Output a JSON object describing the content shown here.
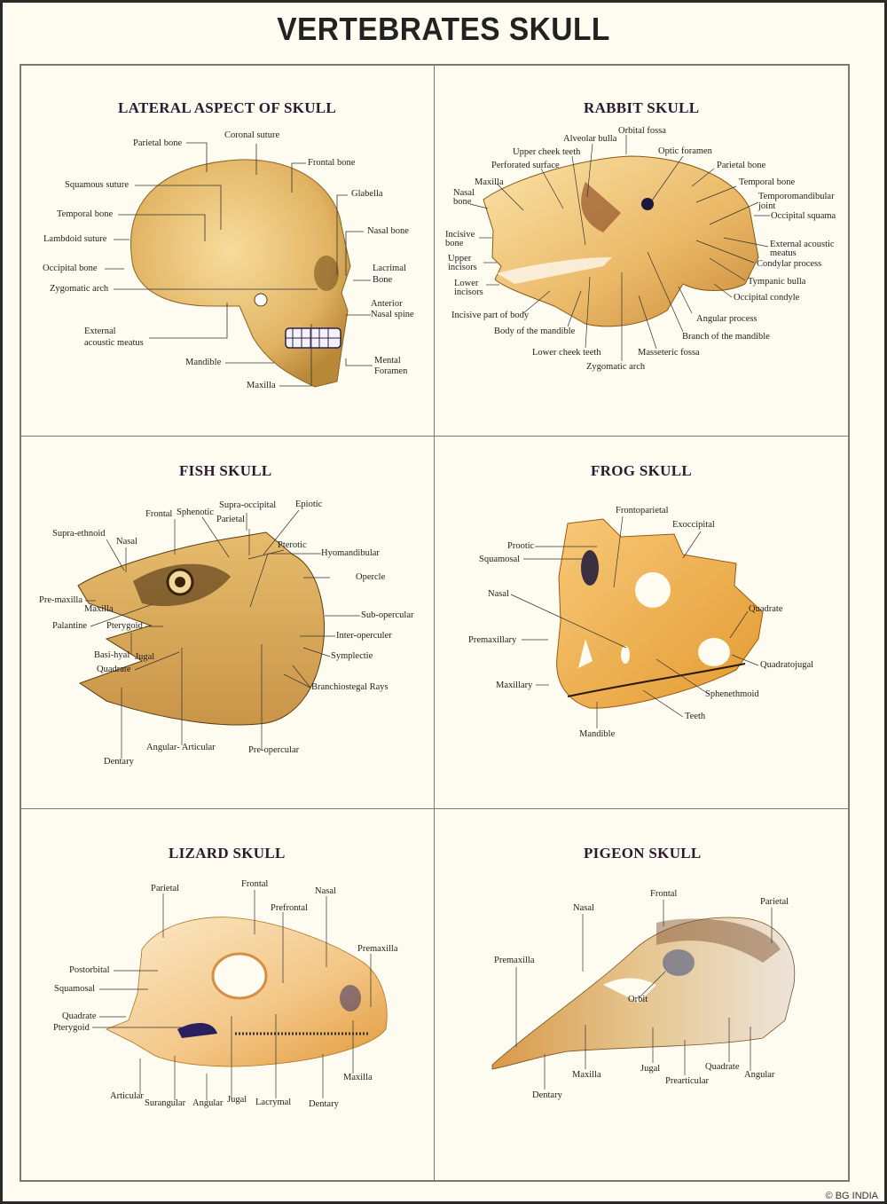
{
  "poster": {
    "title": "VERTEBRATES SKULL",
    "copyright": "© BG INDIA",
    "colors": {
      "background": "#fefcf1",
      "frame": "#2a2a28",
      "grid_line": "#7a7a74",
      "panel_title": "#2c1a2e",
      "bone": "#e9c27a"
    }
  },
  "panels": {
    "human": {
      "title": "LATERAL ASPECT OF SKULL",
      "labels": [
        "Parietal bone",
        "Coronal suture",
        "Frontal bone",
        "Squamous suture",
        "Glabella",
        "Temporal bone",
        "Lambdoid suture",
        "Nasal bone",
        "Occipital bone",
        "Lacrimal",
        "Bone",
        "Zygomatic arch",
        "Anterior",
        "Nasal spine",
        "External",
        "acoustic meatus",
        "Mandible",
        "Mental",
        "Foramen",
        "Maxilla"
      ]
    },
    "rabbit": {
      "title": "RABBIT  SKULL",
      "labels": [
        "Orbital fossa",
        "Alveolar bulla",
        "Upper cheek teeth",
        "Optic foramen",
        "Perforated surface",
        "Parietal bone",
        "Maxilla",
        "Temporal bone",
        "Nasal",
        "bone",
        "Temporomandibular",
        "joint",
        "Occipital squama",
        "Incisive",
        "bone",
        "External acoustic",
        "meatus",
        "Upper",
        "incisors",
        "Condylar process",
        "Lower",
        "incisors",
        "Tympanic bulla",
        "Occipital condyle",
        "Incisive part of body",
        "Angular process",
        "Body of the mandible",
        "Branch of the mandible",
        "Lower cheek teeth",
        "Masseteric fossa",
        "Zygomatic arch"
      ]
    },
    "fish": {
      "title": "FISH  SKULL",
      "labels": [
        "Supra-occipital",
        "Epiotic",
        "Frontal",
        "Sphenotic",
        "Parietal",
        "Supra-ethnoid",
        "Nasal",
        "Pterotic",
        "Hyomandibular",
        "Opercle",
        "Pre-maxilla",
        "Maxilla",
        "Sub-opercular",
        "Palantine",
        "Pterygoid",
        "Inter-operculer",
        "Basi-hyal",
        "Jugal",
        "Symplectie",
        "Quadrate",
        "Branchiostegal Rays",
        "Angular- Articular",
        "Pre-opercular",
        "Dentary"
      ]
    },
    "frog": {
      "title": "FROG  SKULL",
      "labels": [
        "Frontoparietal",
        "Exoccipital",
        "Prootic",
        "Squamosal",
        "Nasal",
        "Quadrate",
        "Premaxillary",
        "Quadratojugal",
        "Maxillary",
        "Sphenethmoid",
        "Teeth",
        "Mandible"
      ]
    },
    "lizard": {
      "title": "LIZARD SKULL",
      "labels": [
        "Parietal",
        "Frontal",
        "Nasal",
        "Prefrontal",
        "Premaxilla",
        "Postorbital",
        "Squamosal",
        "Quadrate",
        "Pterygoid",
        "Maxilla",
        "Articular",
        "Surangular",
        "Angular",
        "Jugal",
        "Lacrymal",
        "Dentary"
      ]
    },
    "pigeon": {
      "title": "PIGEON SKULL",
      "labels": [
        "Frontal",
        "Parietal",
        "Nasal",
        "Premaxilla",
        "Orbit",
        "Jugal",
        "Quadrate",
        "Maxilla",
        "Angular",
        "Prearticular",
        "Dentary"
      ]
    }
  }
}
